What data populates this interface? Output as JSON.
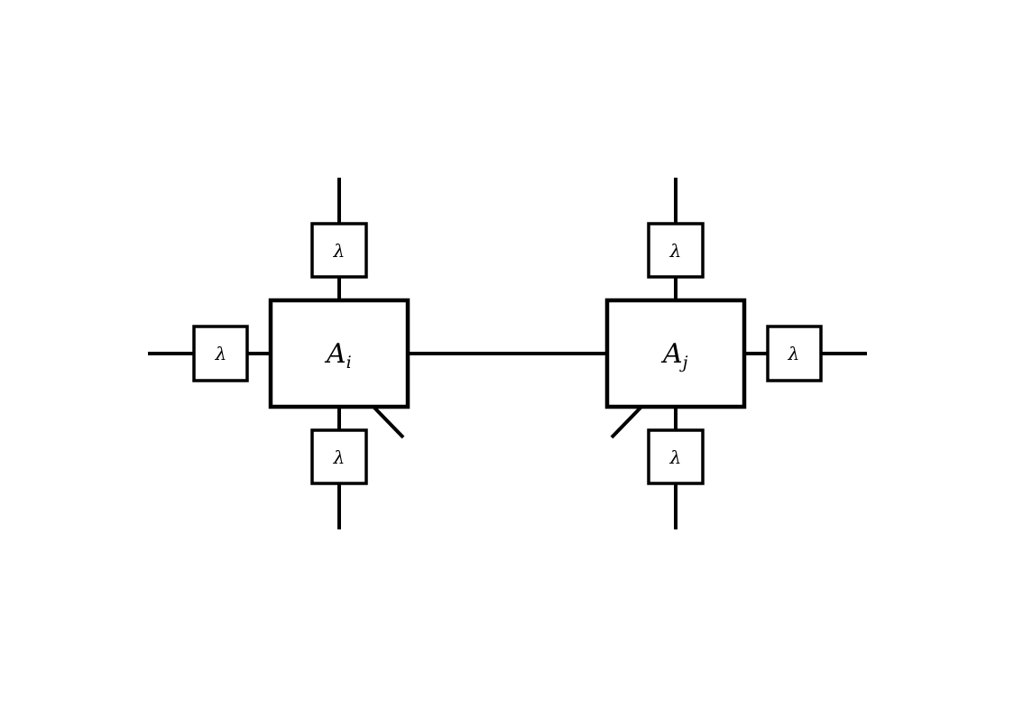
{
  "diagram": {
    "title": "Tensor network with bond weights",
    "stroke_color": "#000000",
    "background_color": "#ffffff",
    "tensors": [
      {
        "id": "Ai",
        "symbol": "A",
        "subscript": "i",
        "physical_leg_direction": "down-right",
        "lambda_legs": [
          "top",
          "left",
          "bottom"
        ]
      },
      {
        "id": "Aj",
        "symbol": "A",
        "subscript": "j",
        "physical_leg_direction": "down-left",
        "lambda_legs": [
          "top",
          "right",
          "bottom"
        ]
      }
    ],
    "bond_weight_symbol": "λ",
    "connecting_bond": {
      "from": "Ai",
      "to": "Aj",
      "has_lambda": false
    }
  }
}
